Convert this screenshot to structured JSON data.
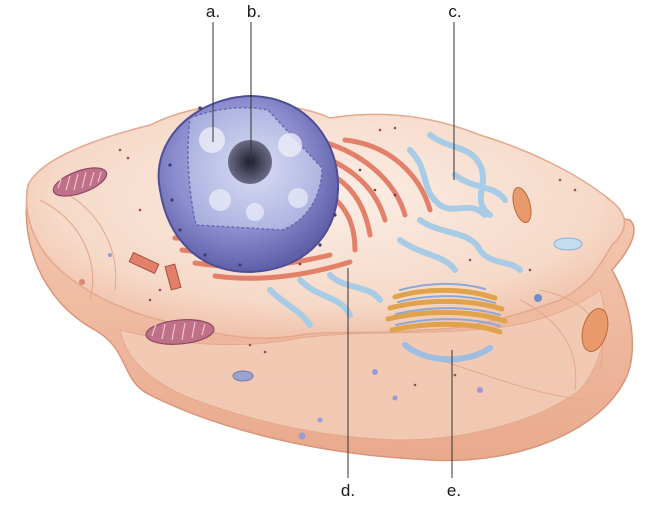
{
  "labels": {
    "a": "a.",
    "b": "b.",
    "c": "c.",
    "d": "d.",
    "e": "e."
  },
  "colors": {
    "cell_membrane": "#f2c4ad",
    "cytoplasm": "#f7e2d6",
    "nucleus": "#8f8fd0",
    "nucleolus": "#3a3a55",
    "rough_er": "#e2806a",
    "smooth_er": "#a8cbe6",
    "golgi": "#e0a24a",
    "mitochondria": "#c07088",
    "leader_line": "#333333"
  }
}
